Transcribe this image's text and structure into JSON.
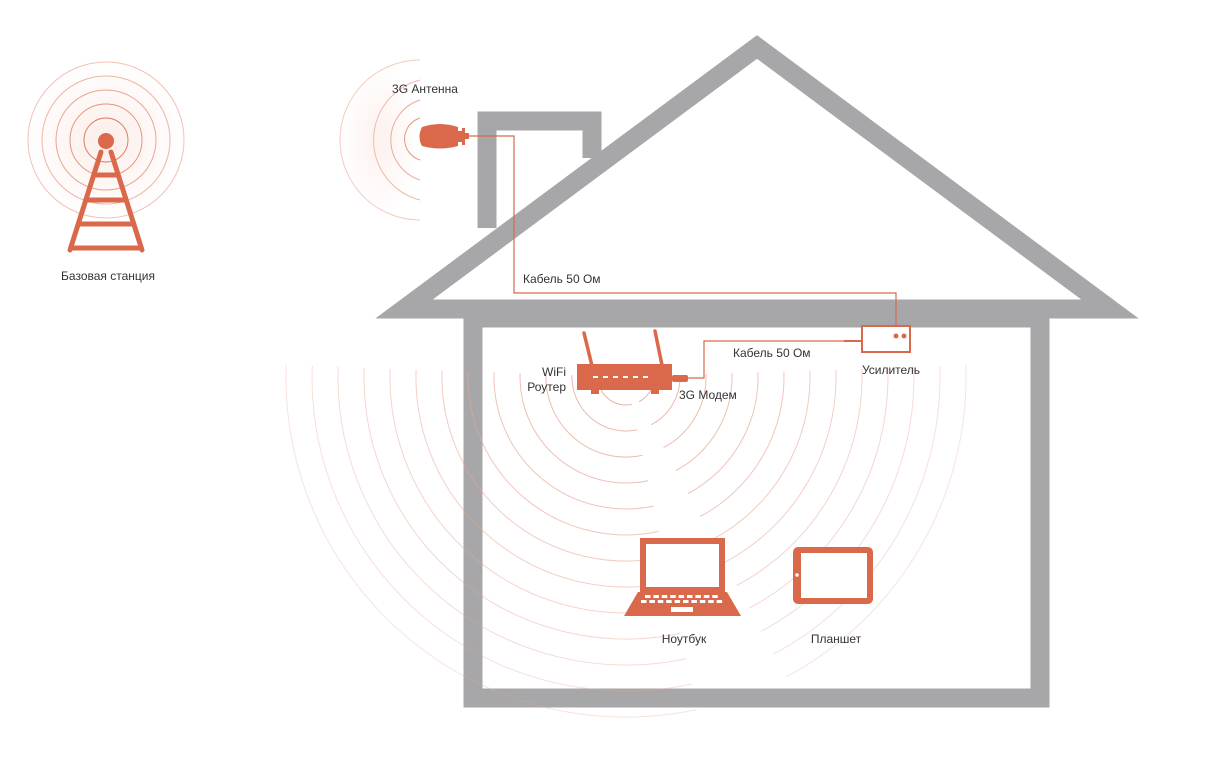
{
  "labels": {
    "base_station": "Базовая станция",
    "antenna": "3G Антенна",
    "cable_top": "Кабель 50 Ом",
    "cable_inner": "Кабель 50 Ом",
    "amplifier": "Усилитель",
    "router_line1": "WiFi",
    "router_line2": "Роутер",
    "modem": "3G Модем",
    "laptop": "Ноутбук",
    "tablet": "Планшет"
  },
  "colors": {
    "accent": "#d9694a",
    "house": "#a7a7a9",
    "text": "#333333",
    "wave": "#e9a593"
  },
  "icons": [
    "cell-tower-icon",
    "antenna-icon",
    "amplifier-icon",
    "router-icon",
    "modem-icon",
    "laptop-icon",
    "tablet-icon"
  ]
}
